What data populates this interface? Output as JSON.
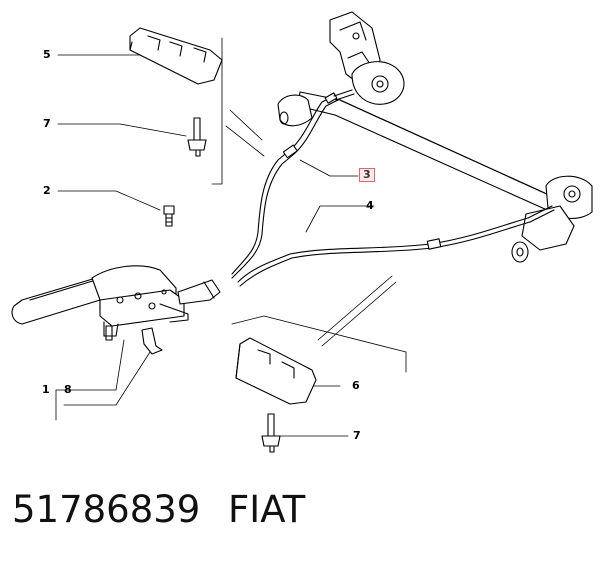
{
  "callouts": {
    "c5": "5",
    "c7a": "7",
    "c2": "2",
    "c3": "3",
    "c4": "4",
    "c1": "1",
    "c8": "8",
    "c6": "6",
    "c7b": "7"
  },
  "footer": {
    "part_number": "51786839",
    "brand": "FIAT"
  },
  "colors": {
    "line": "#000000",
    "highlight_border": "#e06a6a",
    "highlight_fill": "#fde9e9"
  }
}
